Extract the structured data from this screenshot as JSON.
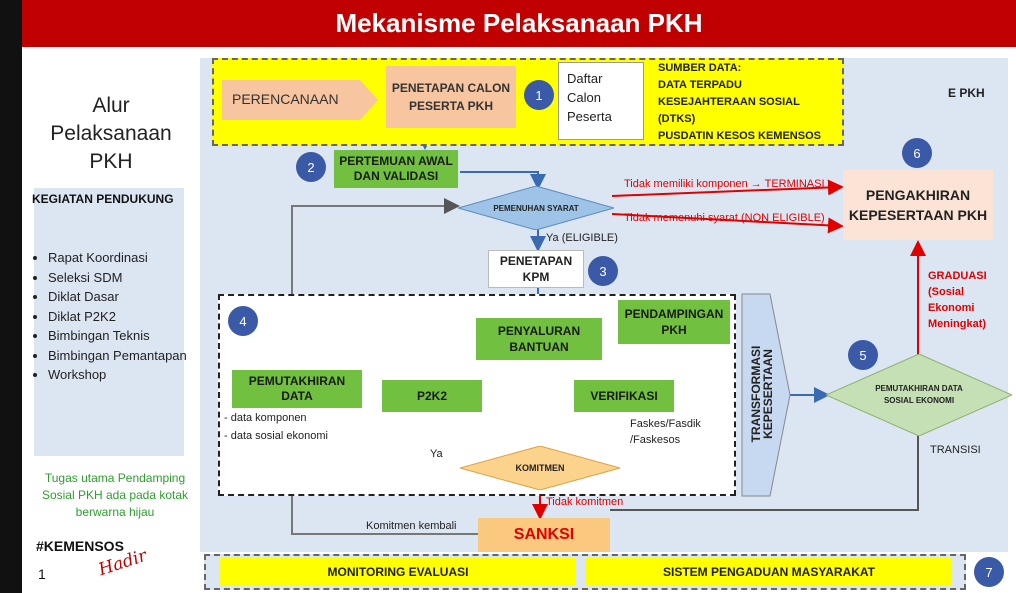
{
  "title": "Mekanisme Pelaksanaan PKH",
  "left_panel": {
    "heading": "Alur Pelaksanaan PKH",
    "kegiatan_title": "KEGIATAN PENDUKUNG",
    "kegiatan_items": [
      "Rapat Koordinasi",
      "Seleksi SDM",
      "Diklat Dasar",
      "Diklat P2K2",
      "Bimbingan Teknis",
      "Bimbingan Pemantapan",
      "Workshop"
    ],
    "tugas_note": "Tugas utama Pendamping Sosial PKH ada pada kotak berwarna hijau",
    "hashtag": "#KEMENSOS",
    "hadir": "Hadir",
    "page_number": "1"
  },
  "top": {
    "perencanaan": "PERENCANAAN",
    "penetapan_calon": "PENETAPAN CALON PESERTA PKH",
    "daftar": "Daftar Calon Peserta",
    "sumber": [
      "SUMBER DATA:",
      "DATA TERPADU",
      "KESEJAHTERAAN SOSIAL",
      "(DTKS)",
      "PUSDATIN KESOS KEMENSOS"
    ],
    "epkh": "E PKH"
  },
  "steps": {
    "n1": "1",
    "n2": "2",
    "n3": "3",
    "n4": "4",
    "n5": "5",
    "n6": "6",
    "n7": "7"
  },
  "flow": {
    "pertemuan": "PERTEMUAN AWAL DAN VALIDASI",
    "pemenuhan": "PEMENUHAN SYARAT",
    "tidak_komponen": "Tidak memiliki komponen → TERMINASI",
    "tidak_syarat": "Tidak memenuhi syarat (NON ELIGIBLE)",
    "ya_eligible": "Ya (ELIGIBLE)",
    "penetapan_kpm": "PENETAPAN KPM",
    "penyaluran": "PENYALURAN BANTUAN",
    "pendampingan": "PENDAMPINGAN PKH",
    "pemutakhiran_data": "PEMUTAKHIRAN DATA",
    "data_komponen": "- data komponen",
    "data_sosial": "- data sosial ekonomi",
    "p2k2": "P2K2",
    "verifikasi": "VERIFIKASI",
    "faskes": "Faskes/Fasdik /Faskesos",
    "ya": "Ya",
    "komitmen": "KOMITMEN",
    "tidak_komitmen": "Tidak komitmen",
    "komitmen_kembali": "Komitmen kembali",
    "sanksi": "SANKSI",
    "transformasi": "TRANSFORMASI KEPESERTAAN",
    "pemutakhiran_sosial": "PEMUTAKHIRAN DATA SOSIAL EKONOMI",
    "graduasi": "GRADUASI (Sosial Ekonomi Meningkat)",
    "transisi": "TRANSISI",
    "pengakhiran": "PENGAKHIRAN KEPESERTAAN PKH"
  },
  "bottom": {
    "monitoring": "MONITORING EVALUASI",
    "pengaduan": "SISTEM PENGADUAN MASYARAKAT"
  },
  "colors": {
    "title_bg": "#c00000",
    "green": "#72c040",
    "yellow": "#ffff00",
    "circle": "#3a5aa8",
    "arrow_blue": "#3a6ab0",
    "red": "#e00000"
  }
}
